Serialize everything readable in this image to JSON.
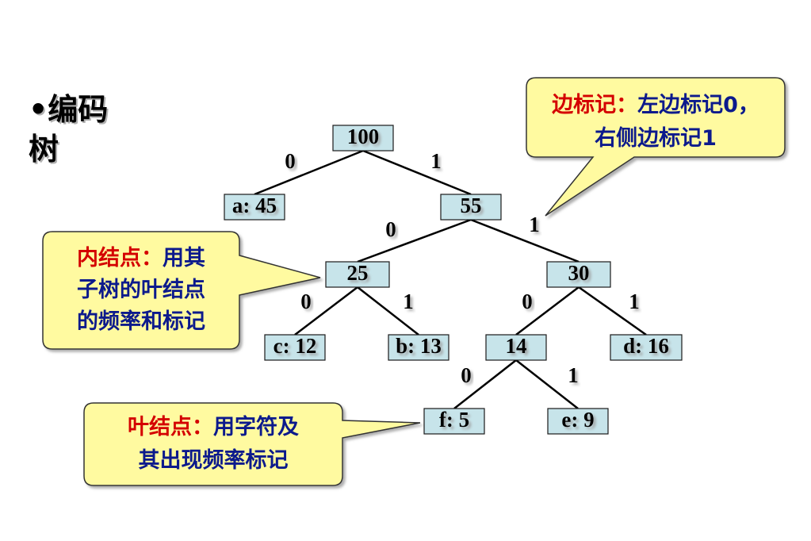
{
  "slide": {
    "title": "•编码树"
  },
  "tree": {
    "nodes": [
      {
        "id": "n100",
        "label": "100"
      },
      {
        "id": "na",
        "label": "a: 45"
      },
      {
        "id": "n55",
        "label": "55"
      },
      {
        "id": "n25",
        "label": "25"
      },
      {
        "id": "n30",
        "label": "30"
      },
      {
        "id": "nc",
        "label": "c: 12"
      },
      {
        "id": "nb",
        "label": "b: 13"
      },
      {
        "id": "n14",
        "label": "14"
      },
      {
        "id": "nd",
        "label": "d: 16"
      },
      {
        "id": "nf",
        "label": "f: 5"
      },
      {
        "id": "ne",
        "label": "e: 9"
      }
    ],
    "edges": [
      {
        "from": "n100",
        "to": "na",
        "label": "0"
      },
      {
        "from": "n100",
        "to": "n55",
        "label": "1"
      },
      {
        "from": "n55",
        "to": "n25",
        "label": "0"
      },
      {
        "from": "n55",
        "to": "n30",
        "label": "1"
      },
      {
        "from": "n25",
        "to": "nc",
        "label": "0"
      },
      {
        "from": "n25",
        "to": "nb",
        "label": "1"
      },
      {
        "from": "n30",
        "to": "n14",
        "label": "0"
      },
      {
        "from": "n30",
        "to": "nd",
        "label": "1"
      },
      {
        "from": "n14",
        "to": "nf",
        "label": "0"
      },
      {
        "from": "n14",
        "to": "ne",
        "label": "1"
      }
    ]
  },
  "callouts": {
    "edge": {
      "term": "边标记：",
      "line1": "左边标记0，",
      "line2": "右侧边标记1"
    },
    "internal": {
      "term": "内结点：",
      "line1": "用其",
      "line2": "子树的叶结点",
      "line3": "的频率和标记"
    },
    "leaf": {
      "term": "叶结点：",
      "line1": "用字符及",
      "line2": "其出现频率标记"
    }
  },
  "colors": {
    "node_fill": "#c7e4ea",
    "node_stroke": "#1a1a1a",
    "callout_fill": "#fffaa0",
    "callout_stroke": "#333333",
    "term_color": "#d40000",
    "desc_color": "#0c1a8c"
  }
}
